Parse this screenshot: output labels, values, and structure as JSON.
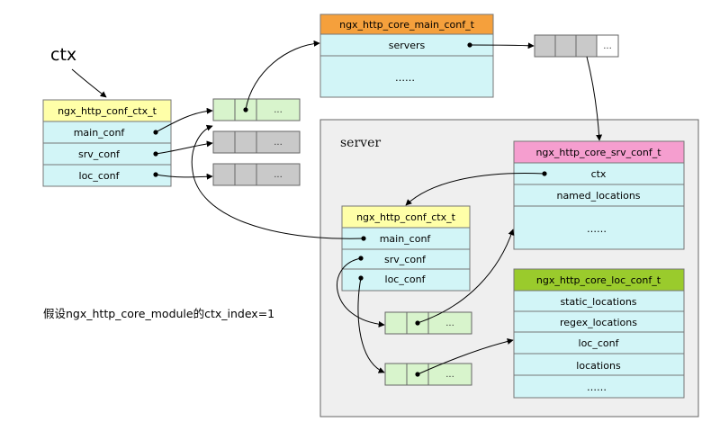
{
  "ctx_label": "ctx",
  "server_label": "server",
  "note": "假设ngx_http_core_module的ctx_index=1",
  "ellipsis": "...",
  "colors": {
    "conf_ctx_header": "#ffffa8",
    "main_conf_header": "#f5a03c",
    "srv_conf_header": "#f59ecf",
    "loc_conf_header": "#9acb2c",
    "field_fill": "#d2f5f7",
    "array_green": "#d8f4cc",
    "array_gray": "#c9c9c9",
    "server_region": "#efefef"
  },
  "boxes": {
    "outer_ctx": {
      "title": "ngx_http_conf_ctx_t",
      "fields": [
        "main_conf",
        "srv_conf",
        "loc_conf"
      ]
    },
    "main_conf": {
      "title": "ngx_http_core_main_conf_t",
      "fields": [
        "servers",
        "……"
      ]
    },
    "srv_conf": {
      "title": "ngx_http_core_srv_conf_t",
      "fields": [
        "ctx",
        "named_locations",
        "……"
      ]
    },
    "inner_ctx": {
      "title": "ngx_http_conf_ctx_t",
      "fields": [
        "main_conf",
        "srv_conf",
        "loc_conf"
      ]
    },
    "loc_conf": {
      "title": "ngx_http_core_loc_conf_t",
      "fields": [
        "static_locations",
        "regex_locations",
        "loc_conf",
        "locations",
        "……"
      ]
    }
  }
}
